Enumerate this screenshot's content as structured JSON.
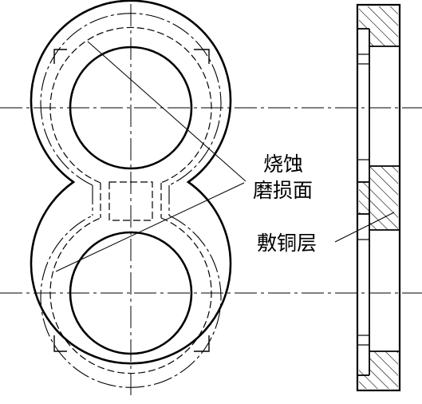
{
  "labels": {
    "erosion_line1": "烧蚀",
    "erosion_line2": "磨损面",
    "copper_layer": "敷铜层"
  },
  "colors": {
    "line": "#000000",
    "background": "#ffffff"
  }
}
